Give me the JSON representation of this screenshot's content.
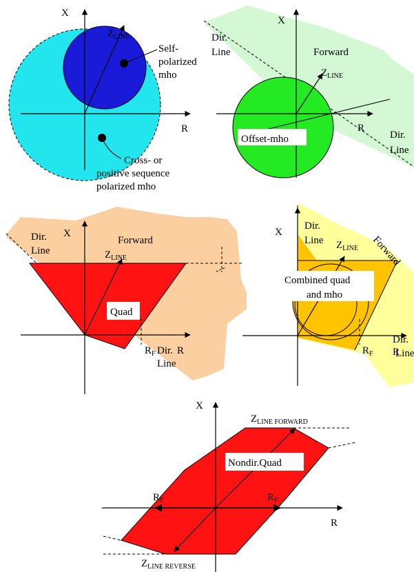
{
  "colors": {
    "cyan": "#22e5ee",
    "blue": "#1a1ad9",
    "green": "#24ea24",
    "light_green": "#d4f7d4",
    "peach": "#fbcf9f",
    "red": "#ff1212",
    "yellow": "#ffff9c",
    "orange": "#ffc300",
    "white_box": "#ffffff"
  },
  "panel1": {
    "x_axis_label": "R",
    "y_axis_label": "X",
    "zline_main": "Z",
    "zline_sub": "LINE",
    "self_line1": "Self-",
    "self_line2": "polarized",
    "self_line3": "mho",
    "cross_line1": "Cross- or",
    "cross_line2": "positive sequence",
    "cross_line3": "polarized mho"
  },
  "panel2": {
    "x_axis_label": "R",
    "y_axis_label": "X",
    "dir_left_1": "Dir.",
    "dir_left_2": "Line",
    "forward": "Forward",
    "zline_main": "Z",
    "zline_sub": "LINE",
    "offset_mho": "Offset-mho",
    "dir_right_1": "Dir.",
    "dir_right_2": "Line"
  },
  "panel3": {
    "x_axis_label": "R",
    "y_axis_label": "X",
    "dir_left_1": "Dir.",
    "dir_left_2": "Line",
    "forward": "Forward",
    "zline_main": "Z",
    "zline_sub": "LINE",
    "quad": "Quad",
    "rf_main": "R",
    "rf_sub": "F",
    "dir_right_1": "Dir.",
    "dir_right_2": "Line"
  },
  "panel4": {
    "x_axis_label": "R",
    "y_axis_label": "X",
    "dir_top_1": "Dir.",
    "dir_top_2": "Line",
    "forward": "Forward",
    "zline_main": "Z",
    "zline_sub": "LINE",
    "combined_1": "Combined quad",
    "combined_2": "and mho",
    "rf_main": "R",
    "rf_sub": "F",
    "dir_right_1": "Dir.",
    "dir_right_2": "Line"
  },
  "panel5": {
    "x_axis_label": "R",
    "y_axis_label": "X",
    "zfwd_main": "Z",
    "zfwd_sub": "LINE FORWARD",
    "nondir_quad": "Nondir.Quad",
    "rf_left_main": "R",
    "rf_left_sub": "F",
    "rf_right_main": "R",
    "rf_right_sub": "F",
    "zrev_main": "Z",
    "zrev_sub": "LINE REVERSE"
  }
}
